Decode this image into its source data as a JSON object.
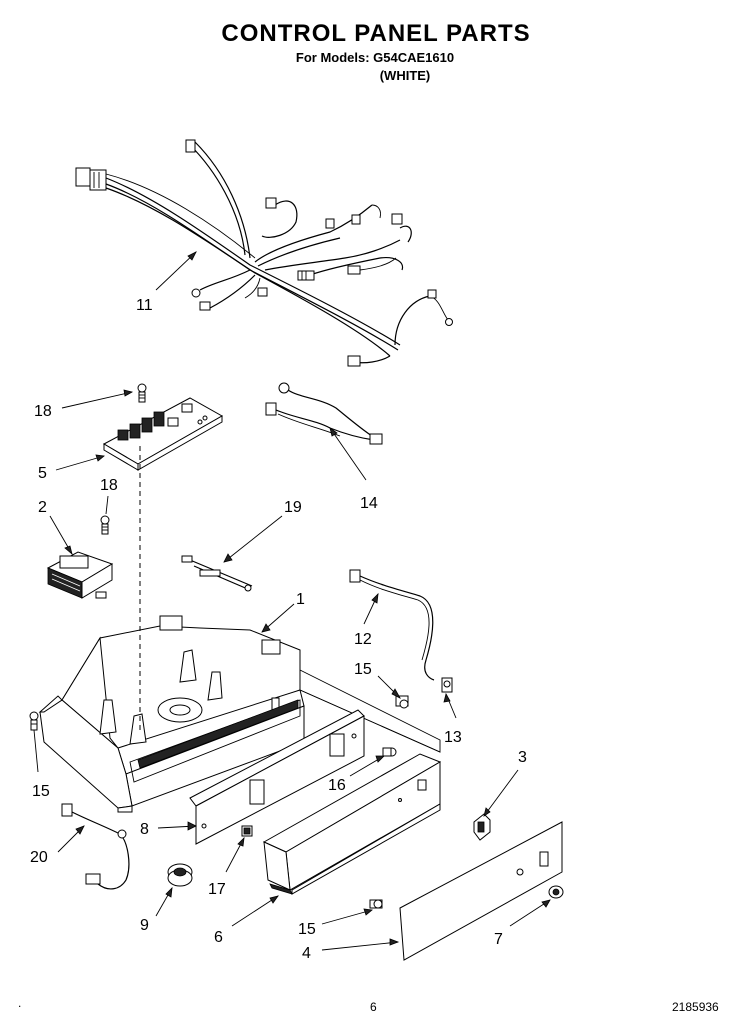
{
  "header": {
    "title": "CONTROL PANEL PARTS",
    "models_line": "For Models: G54CAE1610",
    "color_line": "(WHITE)"
  },
  "footer": {
    "page_number": "6",
    "doc_number": "2185936",
    "corner_mark": "."
  },
  "callouts": {
    "c1": "1",
    "c2": "2",
    "c3": "3",
    "c4": "4",
    "c5": "5",
    "c6": "6",
    "c7": "7",
    "c8": "8",
    "c9": "9",
    "c11": "11",
    "c12": "12",
    "c13": "13",
    "c14": "14",
    "c15a": "15",
    "c15b": "15",
    "c15c": "15",
    "c16": "16",
    "c17": "17",
    "c18a": "18",
    "c18b": "18",
    "c19": "19",
    "c20": "20"
  }
}
